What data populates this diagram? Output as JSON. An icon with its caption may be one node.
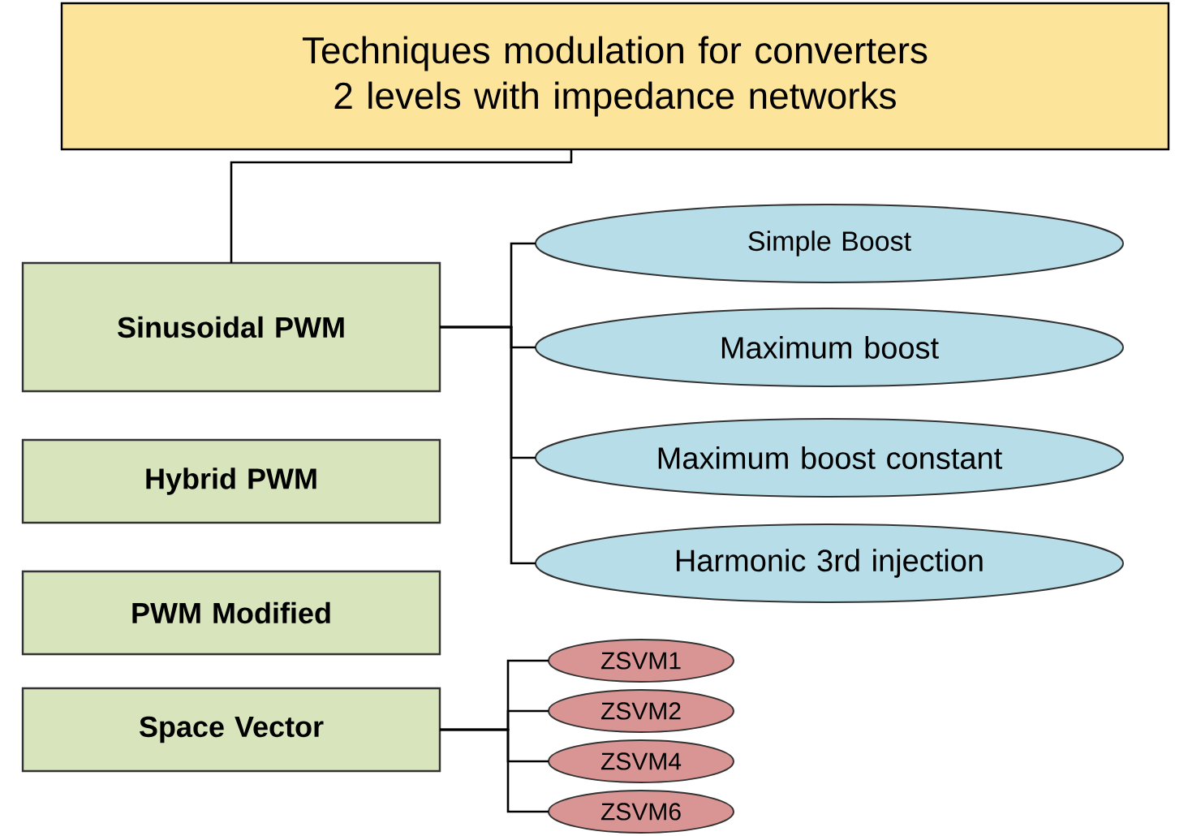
{
  "diagram": {
    "nodes": [
      {
        "text": [
          "Techniques modulation  for converters 2 levels with impedance networks"
        ]
      },
      {
        "text": [
          "Sinusoidal PWM"
        ]
      },
      {
        "text": [
          "Hybrid PWM"
        ]
      },
      {
        "text": [
          "PWM Modified"
        ]
      },
      {
        "text": [
          "Space Vector"
        ]
      },
      {
        "text": [
          "Simple  Boost"
        ]
      },
      {
        "text": [
          "Maximum boost"
        ]
      },
      {
        "text": [
          "Maximum boost constant"
        ]
      },
      {
        "text": [
          "Harmonic 3rd injection"
        ]
      },
      {
        "text": [
          "ZSVM1"
        ]
      },
      {
        "text": [
          "ZSVM2"
        ]
      },
      {
        "text": [
          "ZSVM4"
        ]
      },
      {
        "text": [
          "ZSVM6"
        ]
      }
    ],
    "edges": [
      {
        "from": 0,
        "to": 1,
        "arrow": "none"
      },
      {
        "from": 1,
        "to": 5,
        "arrow": "none"
      },
      {
        "from": 1,
        "to": 6,
        "arrow": "none"
      },
      {
        "from": 1,
        "to": 7,
        "arrow": "none"
      },
      {
        "from": 1,
        "to": 8,
        "arrow": "none"
      },
      {
        "from": 4,
        "to": 9,
        "arrow": "none"
      },
      {
        "from": 4,
        "to": 10,
        "arrow": "none"
      },
      {
        "from": 4,
        "to": 11,
        "arrow": "none"
      },
      {
        "from": 4,
        "to": 12,
        "arrow": "none"
      }
    ]
  }
}
